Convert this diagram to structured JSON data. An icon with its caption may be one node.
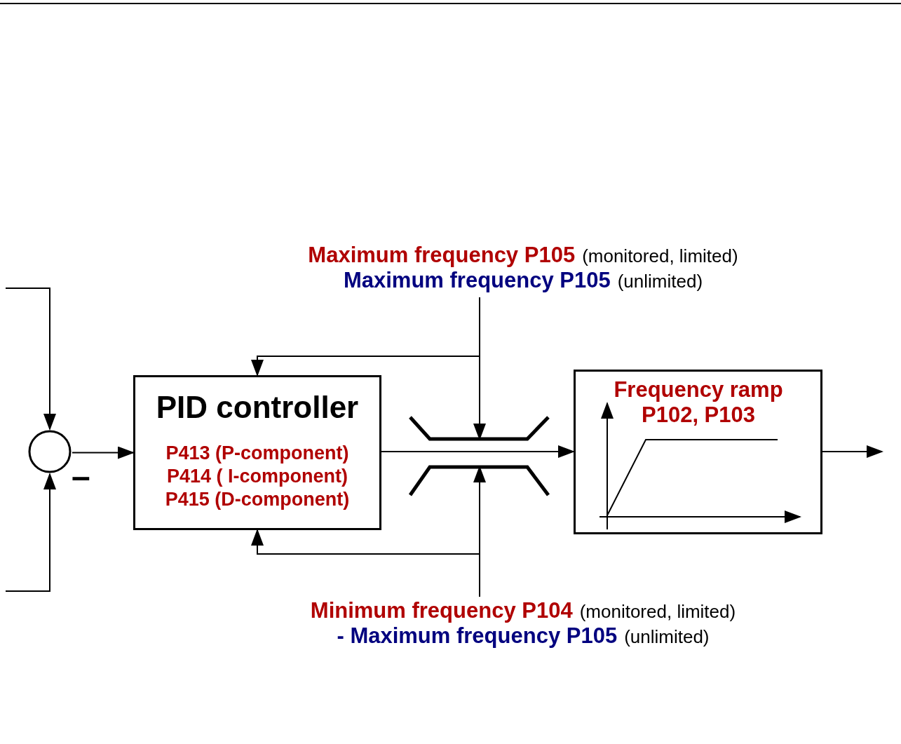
{
  "diagram": {
    "nodes": [
      {
        "text": [
          "Maximum frequency  P105",
          "(monitored, limited)",
          "Maximum frequency  P105",
          "(unlimited)"
        ]
      },
      {
        "text": [],
        "shape": "circle"
      },
      {
        "text": [
          "PID controller",
          "P413 (P-component)",
          "P414 ( I-component)",
          "P415 (D-component)"
        ]
      },
      {
        "text": [],
        "shape": "picture"
      },
      {
        "text": [
          "Frequency ramp P102, P103"
        ]
      },
      {
        "text": [
          "Minimum frequency  P104",
          "(monitored, limited)",
          "- Maximum frequency  P105",
          "(unlimited)"
        ]
      }
    ],
    "edges": [
      {
        "from": null,
        "to": 1,
        "arrow": "to"
      },
      {
        "from": null,
        "to": 1,
        "arrow": "to"
      },
      {
        "from": 1,
        "to": 2,
        "arrow": "to"
      },
      {
        "from": 2,
        "to": 3,
        "arrow": "none"
      },
      {
        "from": 3,
        "to": 4,
        "arrow": "to"
      },
      {
        "from": 0,
        "to": 3,
        "arrow": "to"
      },
      {
        "from": 0,
        "to": 2,
        "arrow": "to"
      },
      {
        "from": 5,
        "to": 3,
        "arrow": "to"
      },
      {
        "from": 5,
        "to": 2,
        "arrow": "to"
      },
      {
        "from": 4,
        "to": null,
        "arrow": "to"
      }
    ],
    "labels": [
      "–"
    ]
  }
}
